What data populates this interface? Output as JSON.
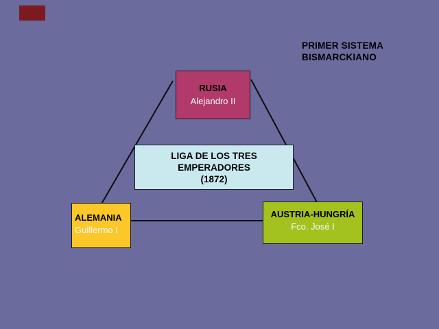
{
  "slide": {
    "background_color": "#6b6b9d",
    "flag_color": "#7d1a20",
    "line_color": "#0d0d0d"
  },
  "header": {
    "title_line1": "PRIMER SISTEMA",
    "title_line2": "BISMARCKIANO"
  },
  "diagram": {
    "rusia": {
      "title": "RUSIA",
      "subtitle": "Alejandro II",
      "color": "#b13a6b"
    },
    "liga": {
      "lines": [
        "LIGA DE LOS TRES",
        "EMPERADORES",
        "(1872)"
      ],
      "color": "#c9e9ef"
    },
    "alemania": {
      "title": "ALEMANIA",
      "subtitle": "Guillermo I",
      "color": "#fcc829"
    },
    "austria": {
      "title": "AUSTRIA-HUNGRÍA",
      "subtitle": "Fco. José I",
      "color": "#a4c21e"
    }
  }
}
